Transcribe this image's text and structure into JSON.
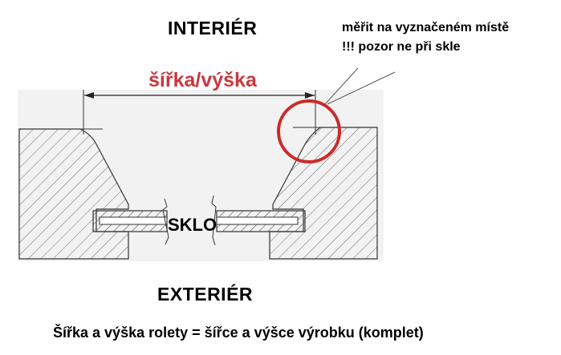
{
  "labels": {
    "interior": "INTERIÉR",
    "exterior": "EXTERIÉR",
    "glass": "SKLO",
    "dimension": "šířka/výška",
    "note_line1": "měřit na vyznačeném místě",
    "note_line2": "!!! pozor ne při skle",
    "bottom_caption": "Šířka a výška rolety = šířce a výšce výrobku (komplet)"
  },
  "colors": {
    "accent_red": "#c8383e",
    "background_band": "#f2f2f2",
    "hatch": "#555555"
  }
}
